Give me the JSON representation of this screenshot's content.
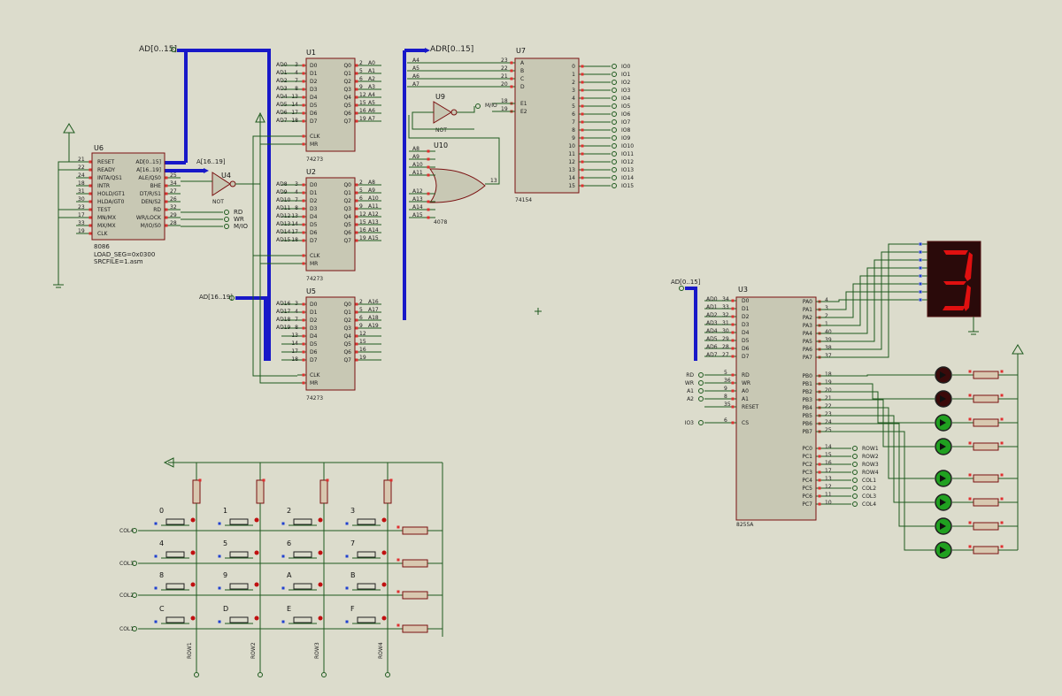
{
  "bus_labels": {
    "ad_top": "AD[0..15]",
    "adr_top": "ADR[0..15]",
    "a_16_19": "A[16..19]",
    "ad_u5": "AD[16..19]",
    "ad_u3": "AD[0..15]"
  },
  "u6": {
    "name": "U6",
    "part": "8086",
    "prop1": "LOAD_SEG=0x0300",
    "prop2": "SRCFILE=1.asm",
    "left_pins": [
      "RESET",
      "READY",
      "INTA/QS1",
      "INTR",
      "HOLD/GT1",
      "HLDA/GT0",
      "TEST",
      "MN/MX",
      "MX/MX",
      "CLK"
    ],
    "left_nums": [
      "21",
      "22",
      "24",
      "18",
      "31",
      "30",
      "23",
      "17",
      "33",
      "19"
    ],
    "right_pins": [
      "AD[0..15]",
      "A[16..19]",
      "ALE/QS0",
      "BHE",
      "DT/R/S1",
      "DEN/S2",
      "RD",
      "WR/LOCK",
      "M/IO/S0"
    ],
    "right_nums": [
      "",
      "",
      "25",
      "34",
      "27",
      "26",
      "32",
      "29",
      "28"
    ]
  },
  "u4": {
    "name": "U4",
    "type": "NOT"
  },
  "u9": {
    "name": "U9",
    "type": "NOT"
  },
  "u10": {
    "name": "U10",
    "part": "4078",
    "inputs": [
      "A8",
      "A9",
      "A10",
      "A11",
      "A12",
      "A13",
      "A14",
      "A15"
    ]
  },
  "u1": {
    "name": "U1",
    "part": "74273",
    "in_sig": [
      "AD0",
      "AD1",
      "AD2",
      "AD3",
      "AD4",
      "AD5",
      "AD6",
      "AD7"
    ],
    "out_sig": [
      "A0",
      "A1",
      "A2",
      "A3",
      "A4",
      "A5",
      "A6",
      "A7"
    ]
  },
  "u2": {
    "name": "U2",
    "part": "74273",
    "in_sig": [
      "AD8",
      "AD9",
      "AD10",
      "AD11",
      "AD12",
      "AD13",
      "AD14",
      "AD15"
    ],
    "out_sig": [
      "A8",
      "A9",
      "A10",
      "A11",
      "A12",
      "A13",
      "A14",
      "A15"
    ]
  },
  "u5": {
    "name": "U5",
    "part": "74273",
    "in_sig": [
      "AD16",
      "AD17",
      "AD18",
      "AD19",
      "",
      "",
      "",
      ""
    ],
    "out_sig": [
      "A16",
      "A17",
      "A18",
      "A19",
      "",
      "",
      "",
      ""
    ]
  },
  "latch_pins": {
    "d": [
      "D0",
      "D1",
      "D2",
      "D3",
      "D4",
      "D5",
      "D6",
      "D7"
    ],
    "q": [
      "Q0",
      "Q1",
      "Q2",
      "Q3",
      "Q4",
      "Q5",
      "Q6",
      "Q7"
    ],
    "clk": "CLK",
    "mr": "MR",
    "in_nums": [
      "3",
      "4",
      "7",
      "8",
      "13",
      "14",
      "17",
      "18"
    ],
    "out_nums": [
      "2",
      "5",
      "6",
      "9",
      "12",
      "15",
      "16",
      "19"
    ]
  },
  "u7": {
    "name": "U7",
    "part": "74154",
    "in_sig": [
      "A4",
      "A5",
      "A6",
      "A7"
    ],
    "in_pins": [
      "A",
      "B",
      "C",
      "D",
      "E1",
      "E2"
    ],
    "in_nums": [
      "23",
      "22",
      "21",
      "20",
      "18",
      "19"
    ],
    "outs": [
      "IO0",
      "IO1",
      "IO2",
      "IO3",
      "IO4",
      "IO5",
      "IO6",
      "IO7",
      "IO8",
      "IO9",
      "IO10",
      "IO11",
      "IO12",
      "IO13",
      "IO14",
      "IO15"
    ]
  },
  "u3": {
    "name": "U3",
    "part": "8255A",
    "d_pins": [
      "D0",
      "D1",
      "D2",
      "D3",
      "D4",
      "D5",
      "D6",
      "D7"
    ],
    "ctl_pins": [
      "RD",
      "WR",
      "A0",
      "A1",
      "RESET",
      "CS"
    ],
    "ctl_sig": [
      "RD",
      "WR",
      "A1",
      "A2",
      "",
      "IO3"
    ],
    "pa": [
      "PA0",
      "PA1",
      "PA2",
      "PA3",
      "PA4",
      "PA5",
      "PA6",
      "PA7"
    ],
    "pb": [
      "PB0",
      "PB1",
      "PB2",
      "PB3",
      "PB4",
      "PB5",
      "PB6",
      "PB7"
    ],
    "pc": [
      "PC0",
      "PC1",
      "PC2",
      "PC3",
      "PC4",
      "PC5",
      "PC6",
      "PC7"
    ],
    "pc_sig": [
      "ROW1",
      "ROW2",
      "ROW3",
      "ROW4",
      "COL1",
      "COL2",
      "COL3",
      "COL4"
    ],
    "d_nums": [
      "34",
      "33",
      "32",
      "31",
      "30",
      "29",
      "28",
      "27"
    ],
    "pa_nums": [
      "4",
      "3",
      "2",
      "1",
      "40",
      "39",
      "38",
      "37"
    ],
    "pb_nums": [
      "18",
      "19",
      "20",
      "21",
      "22",
      "23",
      "24",
      "25"
    ],
    "pc_nums": [
      "14",
      "15",
      "16",
      "17",
      "13",
      "12",
      "11",
      "10"
    ],
    "ctl_nums": [
      "5",
      "36",
      "9",
      "8",
      "35",
      "6"
    ]
  },
  "u6_out": {
    "rd": "RD",
    "wr": "WR",
    "mio": "M/IO"
  },
  "u9_out": "M/IO",
  "display": {
    "digit": "3",
    "color": "#e01010"
  },
  "leds": {
    "states": [
      "off",
      "off",
      "green",
      "green",
      "green",
      "green",
      "green",
      "green"
    ]
  },
  "keypad": {
    "keys": [
      [
        "0",
        "1",
        "2",
        "3"
      ],
      [
        "4",
        "5",
        "6",
        "7"
      ],
      [
        "8",
        "9",
        "A",
        "B"
      ],
      [
        "C",
        "D",
        "E",
        "F"
      ]
    ],
    "cols": [
      "COL4",
      "COL3",
      "COL2",
      "COL1"
    ],
    "rows": [
      "ROW1",
      "ROW2",
      "ROW3",
      "ROW4"
    ]
  }
}
